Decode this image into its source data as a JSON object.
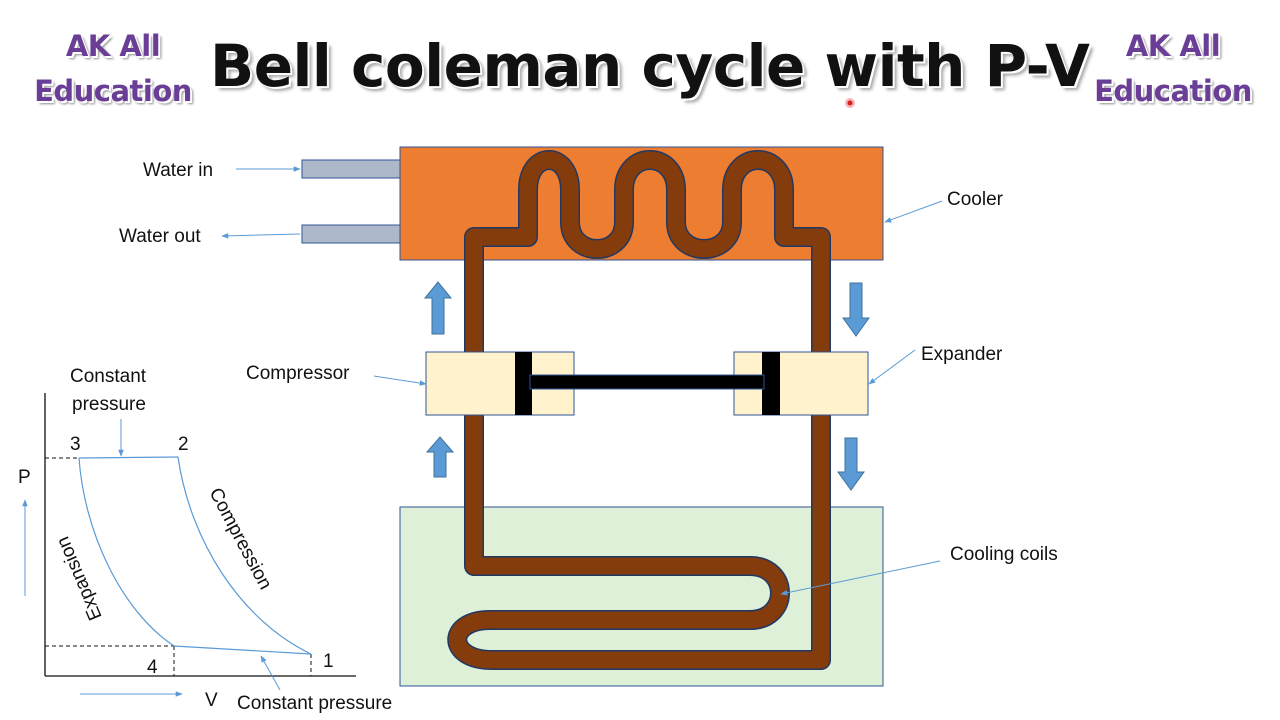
{
  "brand": {
    "line1": "AK All",
    "line2": "Education",
    "color": "#6a3e96"
  },
  "title": "Bell coleman cycle with P-V",
  "labels": {
    "water_in": "Water in",
    "water_out": "Water out",
    "cooler": "Cooler",
    "compressor": "Compressor",
    "expander": "Expander",
    "cooling_coils": "Cooling coils"
  },
  "pv_diagram": {
    "axis_p": "P",
    "axis_v": "V",
    "constant_pressure_top_line1": "Constant",
    "constant_pressure_top_line2": "pressure",
    "constant_pressure_bottom": "Constant pressure",
    "compression": "Compression",
    "expansion": "Expansion",
    "points": {
      "p1": "1",
      "p2": "2",
      "p3": "3",
      "p4": "4"
    }
  },
  "colors": {
    "cooler": "#ed7d31",
    "cooling_tank": "#dff0d8",
    "pipe": "#843c0c",
    "cylinder": "#fff2cc",
    "piston": "#000000",
    "flow_arrow": "#5b9bd5",
    "water_pipe": "#adb9ca",
    "pointer_line": "#5b9bd5"
  }
}
